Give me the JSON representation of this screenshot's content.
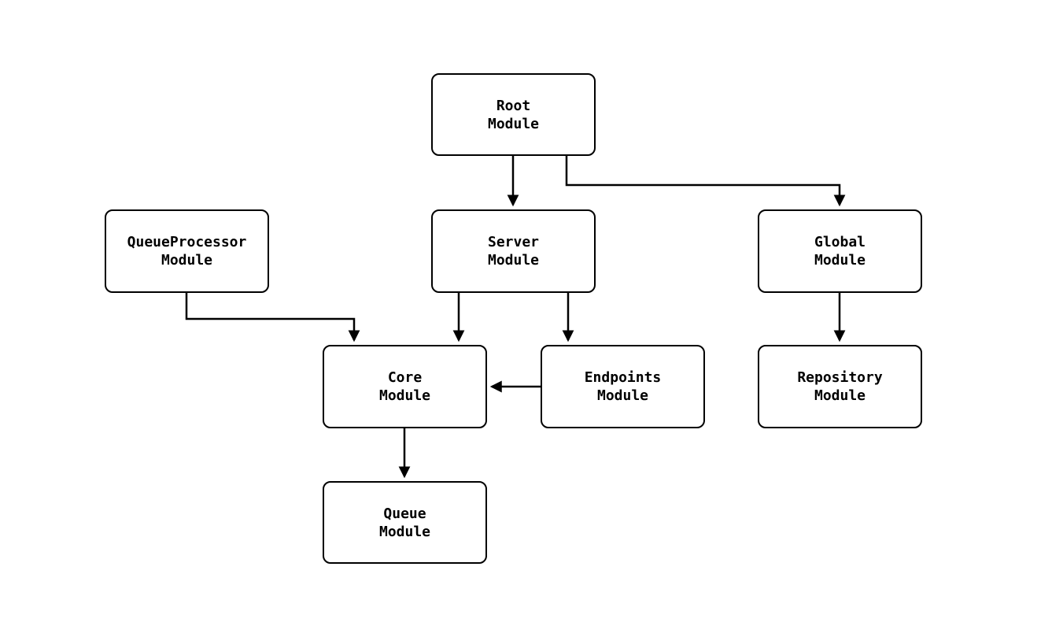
{
  "diagram": {
    "type": "dependency-graph",
    "background": "#ffffff",
    "node_border_color": "#000000",
    "node_fill_color": "#ffffff",
    "text_color": "#000000",
    "edge_color": "#000000",
    "nodes": [
      {
        "id": "root",
        "line1": "Root",
        "line2": "Module"
      },
      {
        "id": "queueprocessor",
        "line1": "QueueProcessor",
        "line2": "Module"
      },
      {
        "id": "server",
        "line1": "Server",
        "line2": "Module"
      },
      {
        "id": "global",
        "line1": "Global",
        "line2": "Module"
      },
      {
        "id": "core",
        "line1": "Core",
        "line2": "Module"
      },
      {
        "id": "endpoints",
        "line1": "Endpoints",
        "line2": "Module"
      },
      {
        "id": "repository",
        "line1": "Repository",
        "line2": "Module"
      },
      {
        "id": "queue",
        "line1": "Queue",
        "line2": "Module"
      }
    ],
    "edges": [
      {
        "from": "root",
        "to": "server"
      },
      {
        "from": "root",
        "to": "global"
      },
      {
        "from": "queueprocessor",
        "to": "core"
      },
      {
        "from": "server",
        "to": "core"
      },
      {
        "from": "server",
        "to": "endpoints"
      },
      {
        "from": "endpoints",
        "to": "core"
      },
      {
        "from": "global",
        "to": "repository"
      },
      {
        "from": "core",
        "to": "queue"
      }
    ]
  }
}
